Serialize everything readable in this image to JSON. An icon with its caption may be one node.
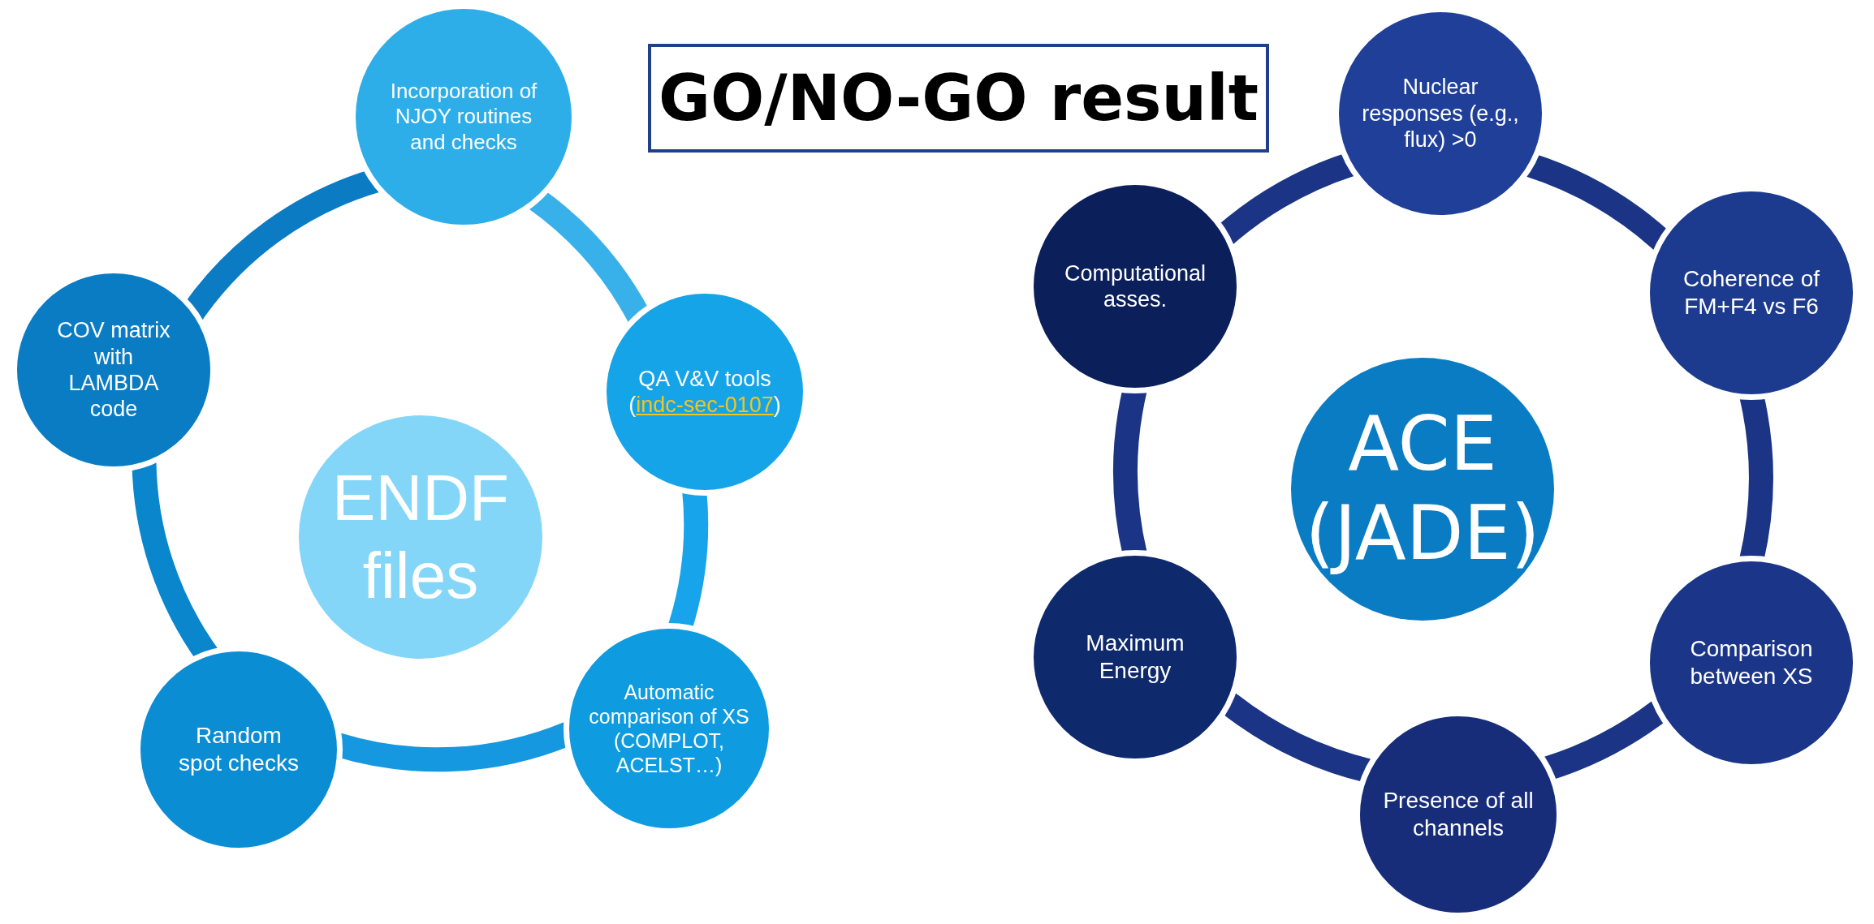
{
  "diagram": {
    "title": "GO/NO-GO result",
    "nodes": [
      {
        "text": [
          "Incorporation of NJOY routines and checks"
        ]
      },
      {
        "text": [
          "COV matrix with LAMBDA code"
        ]
      },
      {
        "text": [
          "ENDF files"
        ]
      },
      {
        "text": [
          "QA V&V tools (indc-sec-0107)"
        ]
      },
      {
        "text": [
          "Random spot checks"
        ]
      },
      {
        "text": [
          "Automatic comparison of XS (COMPLOT, ACELST…)"
        ]
      },
      {
        "text": [
          "Nuclear responses (e.g., flux) >0"
        ]
      },
      {
        "text": [
          "Computational asses."
        ]
      },
      {
        "text": [
          "Coherence of FM+F4 vs F6"
        ]
      },
      {
        "text": [
          "ACE (JADE)"
        ]
      },
      {
        "text": [
          "Maximum Energy"
        ]
      },
      {
        "text": [
          "Comparison between XS"
        ]
      },
      {
        "text": [
          "Presence of all channels"
        ]
      }
    ],
    "edges": [
      {
        "from": 0,
        "to": 3,
        "arrow": "none",
        "color": "#38b0ea"
      },
      {
        "from": 3,
        "to": 5,
        "arrow": "none",
        "color": "#18a4ea"
      },
      {
        "from": 5,
        "to": 4,
        "arrow": "none",
        "color": "#1698e0"
      },
      {
        "from": 4,
        "to": 1,
        "arrow": "none",
        "color": "#0a86cc"
      },
      {
        "from": 1,
        "to": 0,
        "arrow": "none",
        "color": "#0b7cc4"
      },
      {
        "from": 6,
        "to": 8,
        "arrow": "none"
      },
      {
        "from": 8,
        "to": 11,
        "arrow": "none"
      },
      {
        "from": 11,
        "to": 12,
        "arrow": "none"
      },
      {
        "from": 12,
        "to": 10,
        "arrow": "none"
      },
      {
        "from": 10,
        "to": 7,
        "arrow": "none"
      },
      {
        "from": 7,
        "to": 6,
        "arrow": "none"
      }
    ]
  }
}
